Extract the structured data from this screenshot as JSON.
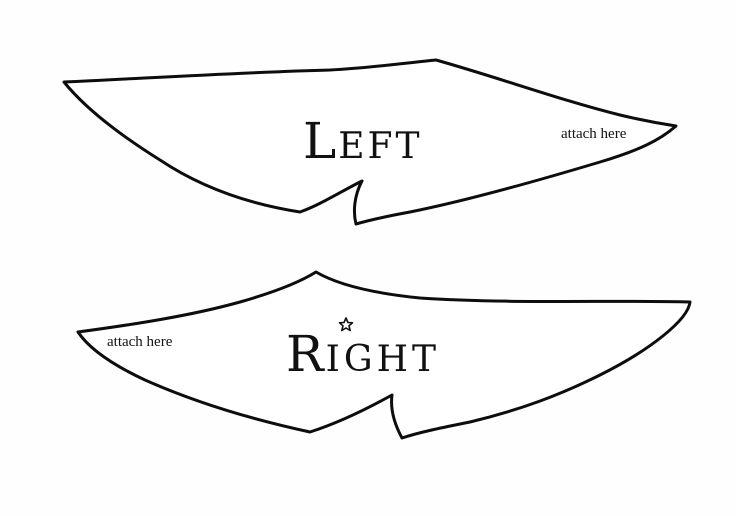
{
  "colors": {
    "ink": "#111111",
    "paper": "#ffffff"
  },
  "wings": {
    "left": {
      "initial": "L",
      "rest": "EFT",
      "note": "attach here"
    },
    "right": {
      "initial": "R",
      "rest": "IGHT",
      "note": "attach here",
      "dot_icon": "star-icon"
    }
  }
}
